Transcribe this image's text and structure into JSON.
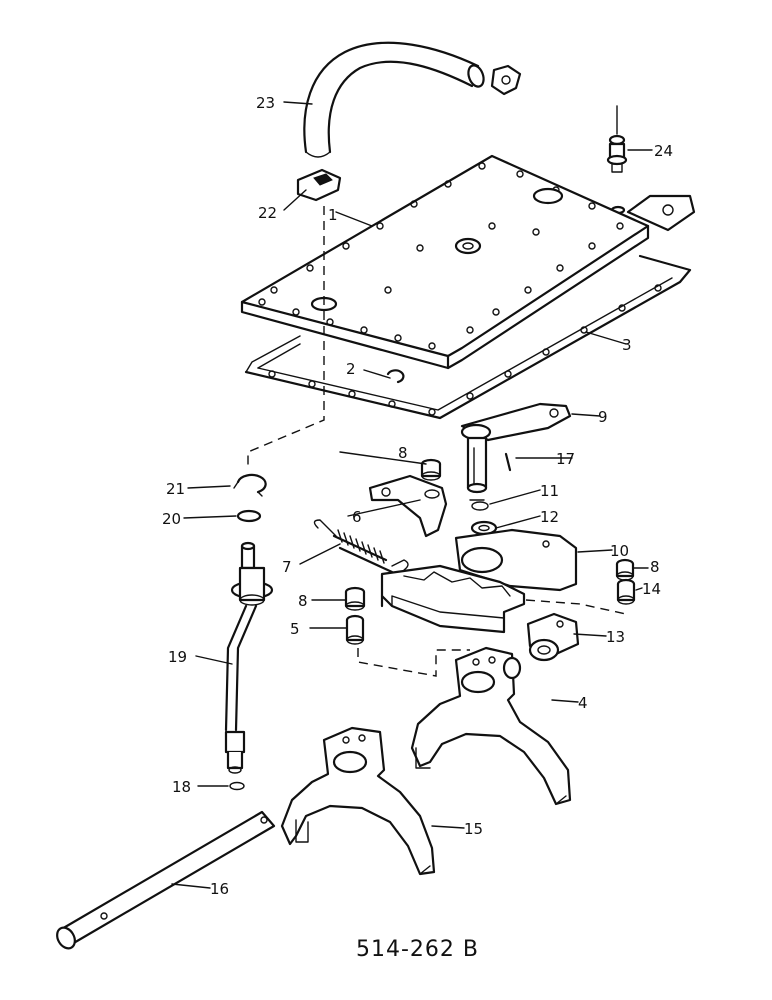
{
  "drawing_number": "514-262 B",
  "callouts": [
    "1",
    "2",
    "3",
    "4",
    "5",
    "6",
    "7",
    "8",
    "8",
    "8",
    "9",
    "10",
    "11",
    "12",
    "13",
    "14",
    "15",
    "16",
    "17",
    "18",
    "19",
    "20",
    "21",
    "22",
    "23",
    "24"
  ]
}
